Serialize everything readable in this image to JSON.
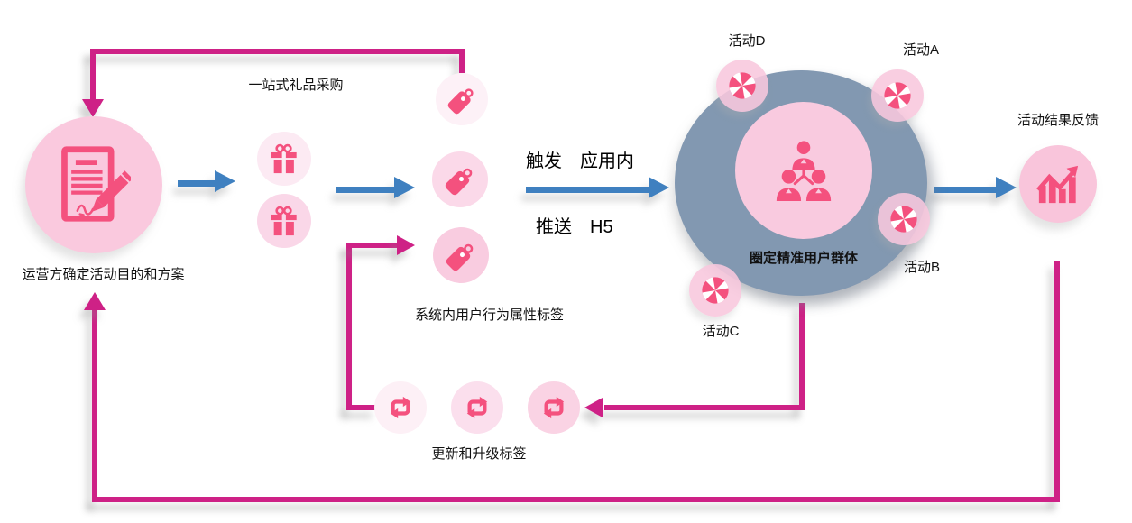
{
  "colors": {
    "magenta": "#CE2186",
    "blue": "#3F80C0",
    "accent": "#F4517E",
    "ellipse": "#8298B1",
    "pink_light": "#F9C9DD"
  },
  "labels": {
    "operator": "运营方确定活动目的和方案",
    "gift_loop": "一站式礼品采购",
    "tags": "系统内用户行为属性标签",
    "trigger_line1": "触发　应用内",
    "trigger_line2": "推送　H5",
    "audience": "圈定精准用户群体",
    "result": "活动结果反馈",
    "refresh": "更新和升级标签"
  },
  "activities": [
    {
      "label": "活动D"
    },
    {
      "label": "活动A"
    },
    {
      "label": "活动B"
    },
    {
      "label": "活动C"
    }
  ],
  "icons": {
    "operator": "document-pencil-icon",
    "gift": "gift-icon",
    "tag": "tag-icon",
    "audience": "people-group-icon",
    "activity": "pinwheel-icon",
    "result": "bar-chart-icon",
    "refresh": "repeat-icon"
  }
}
